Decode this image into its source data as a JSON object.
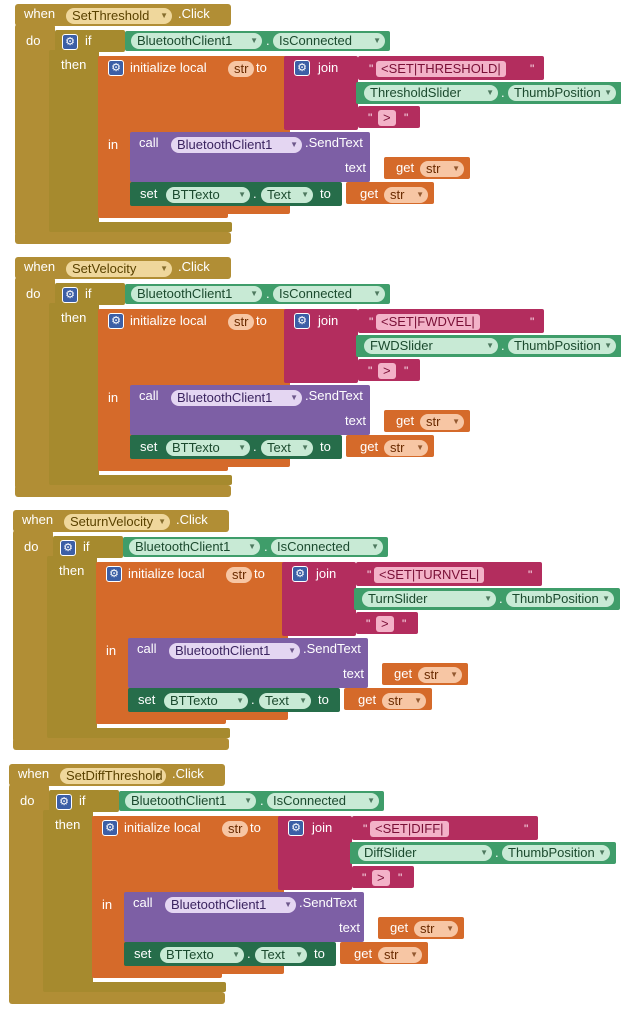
{
  "labels": {
    "when": "when",
    "click": ".Click",
    "do": "do",
    "if": "if",
    "then": "then",
    "in": "in",
    "init_local": "initialize local",
    "to": "to",
    "join": "join",
    "call": "call",
    "send_text": ".SendText",
    "text": "text",
    "get": "get",
    "set": "set",
    "dot": ".",
    "is_connected": "IsConnected",
    "thumb_position": "ThumbPosition",
    "bt_client": "BluetoothClient1",
    "var": "str",
    "bt_texto": "BTTexto",
    "text_prop": "Text",
    "close_str": ">",
    "quote": "\"",
    "gear": "⚙"
  },
  "blocks": [
    {
      "event": "SetThreshold",
      "prefix": "<SET|THRESHOLD|",
      "slider": "ThresholdSlider"
    },
    {
      "event": "SetVelocity",
      "prefix": "<SET|FWDVEL|",
      "slider": "FWDSlider"
    },
    {
      "event": "SeturnVelocity",
      "prefix": "<SET|TURNVEL|",
      "slider": "TurnSlider"
    },
    {
      "event": "SetDiffThreshold",
      "prefix": "<SET|DIFF|",
      "slider": "DiffSlider"
    }
  ]
}
